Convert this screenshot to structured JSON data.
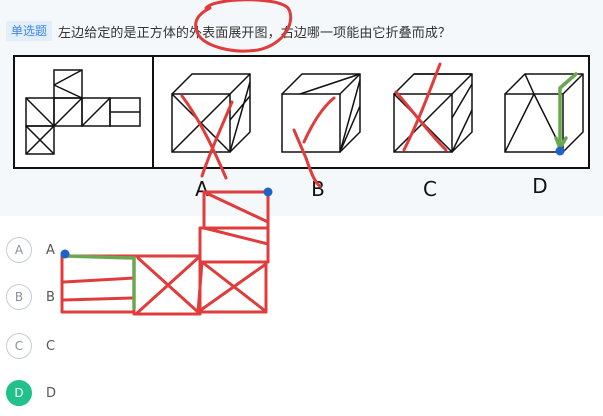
{
  "question": {
    "tag": "单选题",
    "text": "左边给定的是正方体的外表面展开图，右边哪一项能由它折叠而成？"
  },
  "options": [
    {
      "circle": "A",
      "text": "A",
      "selected": false
    },
    {
      "circle": "B",
      "text": "B",
      "selected": false
    },
    {
      "circle": "C",
      "text": "C",
      "selected": false
    },
    {
      "circle": "D",
      "text": "D",
      "selected": true
    }
  ],
  "figure_labels": [
    "A",
    "B",
    "C",
    "D"
  ],
  "colors": {
    "tag_bg": "#e3eefb",
    "tag_text": "#3d86e8",
    "selected_option": "#22c08a",
    "annotation_red": "#e03c3c",
    "annotation_green": "#6aa84f",
    "annotation_blue": "#1f63c9"
  }
}
